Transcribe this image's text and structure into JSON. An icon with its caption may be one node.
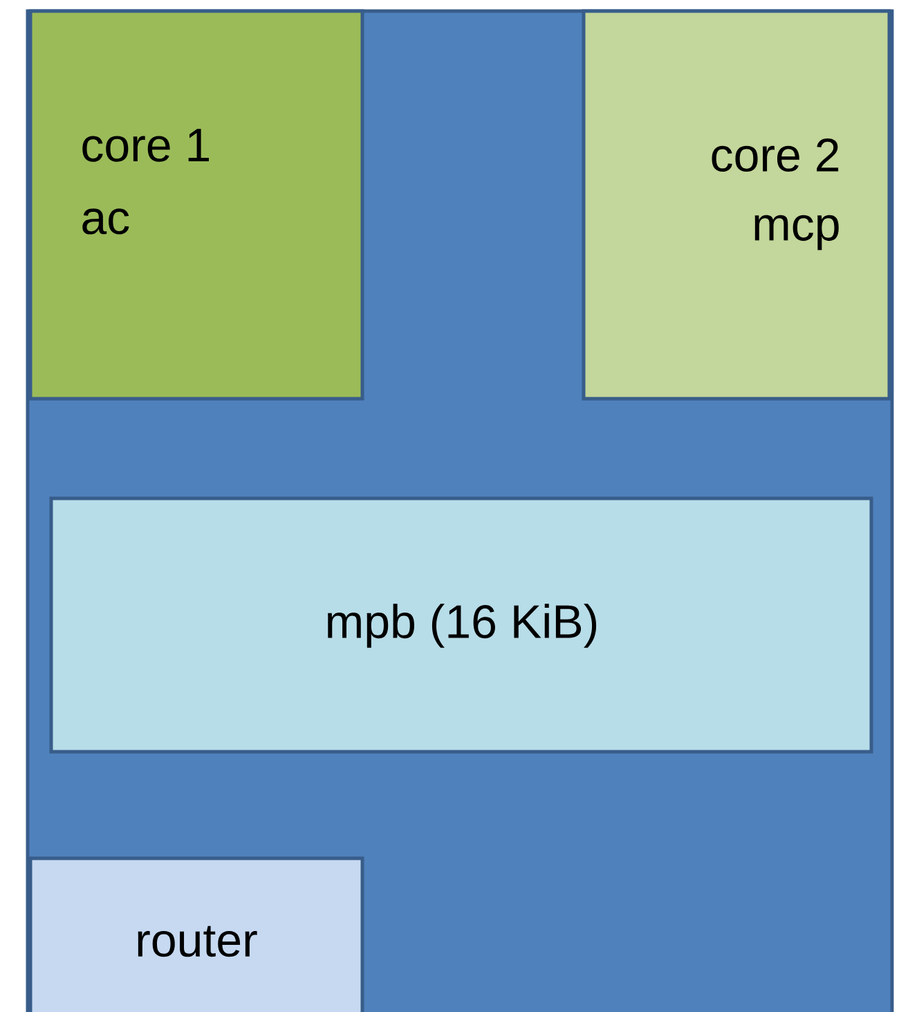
{
  "diagram": {
    "nodes": [
      {
        "text": [],
        "shape": "box"
      },
      {
        "text": [
          "core 1",
          "ac"
        ],
        "in": 0
      },
      {
        "text": [
          "core 2",
          "mcp"
        ],
        "in": 0
      },
      {
        "text": [
          "mpb (16 KiB)"
        ],
        "in": 0
      },
      {
        "text": [
          "router"
        ],
        "in": 0
      }
    ]
  }
}
